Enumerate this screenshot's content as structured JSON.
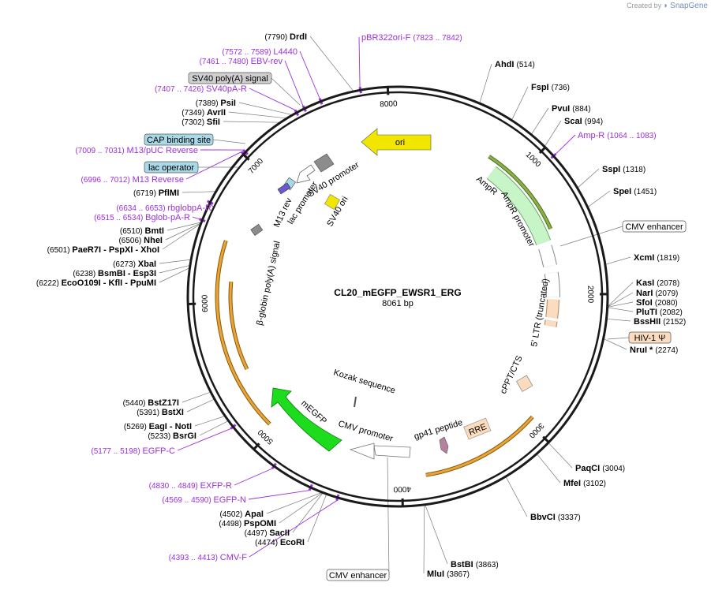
{
  "branding": {
    "created_by": "Created by",
    "app": "SnapGene"
  },
  "plasmid": {
    "name": "CL20_mEGFP_EWSR1_ERG",
    "length": 8061,
    "length_text": "8061 bp"
  },
  "colors": {
    "backbone": "#1a1a1a",
    "site_text": "#000000",
    "site_number": "#000000",
    "primer": "#9b30d9",
    "ori": "#f2e600",
    "amp": "#c8f5c8",
    "egfp": "#1ddc1d",
    "ltr": "#fbdcbe",
    "feature_outline": "#666666",
    "misc_feature": "#808080",
    "orange_arc": "#e8a33c",
    "orange_arc_edge": "#8a5a00"
  },
  "ticks": [
    {
      "bp": 1000,
      "label": "1000"
    },
    {
      "bp": 2000,
      "label": "2000"
    },
    {
      "bp": 3000,
      "label": "3000"
    },
    {
      "bp": 4000,
      "label": "4000"
    },
    {
      "bp": 5000,
      "label": "5000"
    },
    {
      "bp": 6000,
      "label": "6000"
    },
    {
      "bp": 7000,
      "label": "7000"
    },
    {
      "bp": 8000,
      "label": "8000"
    }
  ],
  "restriction_sites": [
    {
      "name": "DrdI",
      "pos": "(7790)",
      "bp": 7790
    },
    {
      "name": "AhdI",
      "pos": "(514)",
      "bp": 514
    },
    {
      "name": "FspI",
      "pos": "(736)",
      "bp": 736
    },
    {
      "name": "PvuI",
      "pos": "(884)",
      "bp": 884
    },
    {
      "name": "ScaI",
      "pos": "(994)",
      "bp": 994
    },
    {
      "name": "SspI",
      "pos": "(1318)",
      "bp": 1318
    },
    {
      "name": "SpeI",
      "pos": "(1451)",
      "bp": 1451
    },
    {
      "name": "XcmI",
      "pos": "(1819)",
      "bp": 1819
    },
    {
      "name": "KasI",
      "pos": "(2078)",
      "bp": 2078
    },
    {
      "name": "NarI",
      "pos": "(2079)",
      "bp": 2079
    },
    {
      "name": "SfoI",
      "pos": "(2080)",
      "bp": 2080
    },
    {
      "name": "PluTI",
      "pos": "(2082)",
      "bp": 2082
    },
    {
      "name": "BssHII",
      "pos": "(2152)",
      "bp": 2152
    },
    {
      "name": "NruI *",
      "pos": "(2274)",
      "bp": 2274
    },
    {
      "name": "PaqCI",
      "pos": "(3004)",
      "bp": 3004
    },
    {
      "name": "MfeI",
      "pos": "(3102)",
      "bp": 3102
    },
    {
      "name": "BbvCI",
      "pos": "(3337)",
      "bp": 3337
    },
    {
      "name": "BstBI",
      "pos": "(3863)",
      "bp": 3863
    },
    {
      "name": "MluI",
      "pos": "(3867)",
      "bp": 3867
    },
    {
      "name": "EcoRI",
      "pos": "(4474)",
      "bp": 4474
    },
    {
      "name": "SacII",
      "pos": "(4497)",
      "bp": 4497
    },
    {
      "name": "PspOMI",
      "pos": "(4498)",
      "bp": 4498
    },
    {
      "name": "ApaI",
      "pos": "(4502)",
      "bp": 4502
    },
    {
      "name": "BsrGI",
      "pos": "(5233)",
      "bp": 5233
    },
    {
      "name": "EagI - NotI",
      "pos": "(5269)",
      "bp": 5269
    },
    {
      "name": "BstXI",
      "pos": "(5391)",
      "bp": 5391
    },
    {
      "name": "BstZ17I",
      "pos": "(5440)",
      "bp": 5440
    },
    {
      "name": "EcoO109I - KflI - PpuMI",
      "pos": "(6222)",
      "bp": 6222
    },
    {
      "name": "BsmBI - Esp3I",
      "pos": "(6238)",
      "bp": 6238
    },
    {
      "name": "XbaI",
      "pos": "(6273)",
      "bp": 6273
    },
    {
      "name": "PaeR7I - PspXI - XhoI",
      "pos": "(6501)",
      "bp": 6501
    },
    {
      "name": "NheI",
      "pos": "(6506)",
      "bp": 6506
    },
    {
      "name": "BmtI",
      "pos": "(6510)",
      "bp": 6510
    },
    {
      "name": "PflMI",
      "pos": "(6719)",
      "bp": 6719
    },
    {
      "name": "SfiI",
      "pos": "(7302)",
      "bp": 7302
    },
    {
      "name": "AvrII",
      "pos": "(7349)",
      "bp": 7349
    },
    {
      "name": "PsiI",
      "pos": "(7389)",
      "bp": 7389
    }
  ],
  "primers": [
    {
      "name": "pBR322ori-F",
      "range": "(7823 .. 7842)",
      "bp": 7832
    },
    {
      "name": "L4440",
      "range": "(7572 .. 7589)",
      "bp": 7580
    },
    {
      "name": "EBV-rev",
      "range": "(7461 .. 7480)",
      "bp": 7470
    },
    {
      "name": "SV40pA-R",
      "range": "(7407 .. 7426)",
      "bp": 7416
    },
    {
      "name": "M13/pUC Reverse",
      "range": "(7009 .. 7031)",
      "bp": 7020
    },
    {
      "name": "M13 Reverse",
      "range": "(6996 .. 7012)",
      "bp": 7004
    },
    {
      "name": "rbglobpA-R",
      "range": "(6634 .. 6653)",
      "bp": 6643
    },
    {
      "name": "Bglob-pA-R",
      "range": "(6515 .. 6534)",
      "bp": 6524
    },
    {
      "name": "Amp-R",
      "range": "(1064 .. 1083)",
      "bp": 1073
    },
    {
      "name": "EGFP-C",
      "range": "(5177 .. 5198)",
      "bp": 5187
    },
    {
      "name": "EXFP-R",
      "range": "(4830 .. 4849)",
      "bp": 4839
    },
    {
      "name": "EGFP-N",
      "range": "(4569 .. 4590)",
      "bp": 4579
    },
    {
      "name": "CMV-F",
      "range": "(4393 .. 4413)",
      "bp": 4403
    }
  ],
  "boxed_labels": [
    {
      "name": "SV40 poly(A) signal",
      "fill": "#cfcfcf"
    },
    {
      "name": "CAP binding site",
      "fill": "#a9d9e6"
    },
    {
      "name": "lac operator",
      "fill": "#a9d9e6"
    },
    {
      "name": "CMV enhancer",
      "fill": "#ffffff"
    },
    {
      "name": "HIV-1 Ψ",
      "fill": "#fbdcbe"
    },
    {
      "name": "CMV enhancer",
      "fill": "#ffffff"
    }
  ],
  "inner_features": [
    {
      "name": "ori"
    },
    {
      "name": "AmpR"
    },
    {
      "name": "AmpR promoter"
    },
    {
      "name": "SV40 promoter"
    },
    {
      "name": "SV40 ori"
    },
    {
      "name": "M13 rev"
    },
    {
      "name": "lac promoter"
    },
    {
      "name": "β-globin poly(A) signal"
    },
    {
      "name": "5' LTR (truncated)"
    },
    {
      "name": "cPPT/CTS"
    },
    {
      "name": "RRE"
    },
    {
      "name": "gp41 peptide"
    },
    {
      "name": "CMV promoter"
    },
    {
      "name": "mEGFP"
    },
    {
      "name": "Kozak sequence"
    }
  ]
}
